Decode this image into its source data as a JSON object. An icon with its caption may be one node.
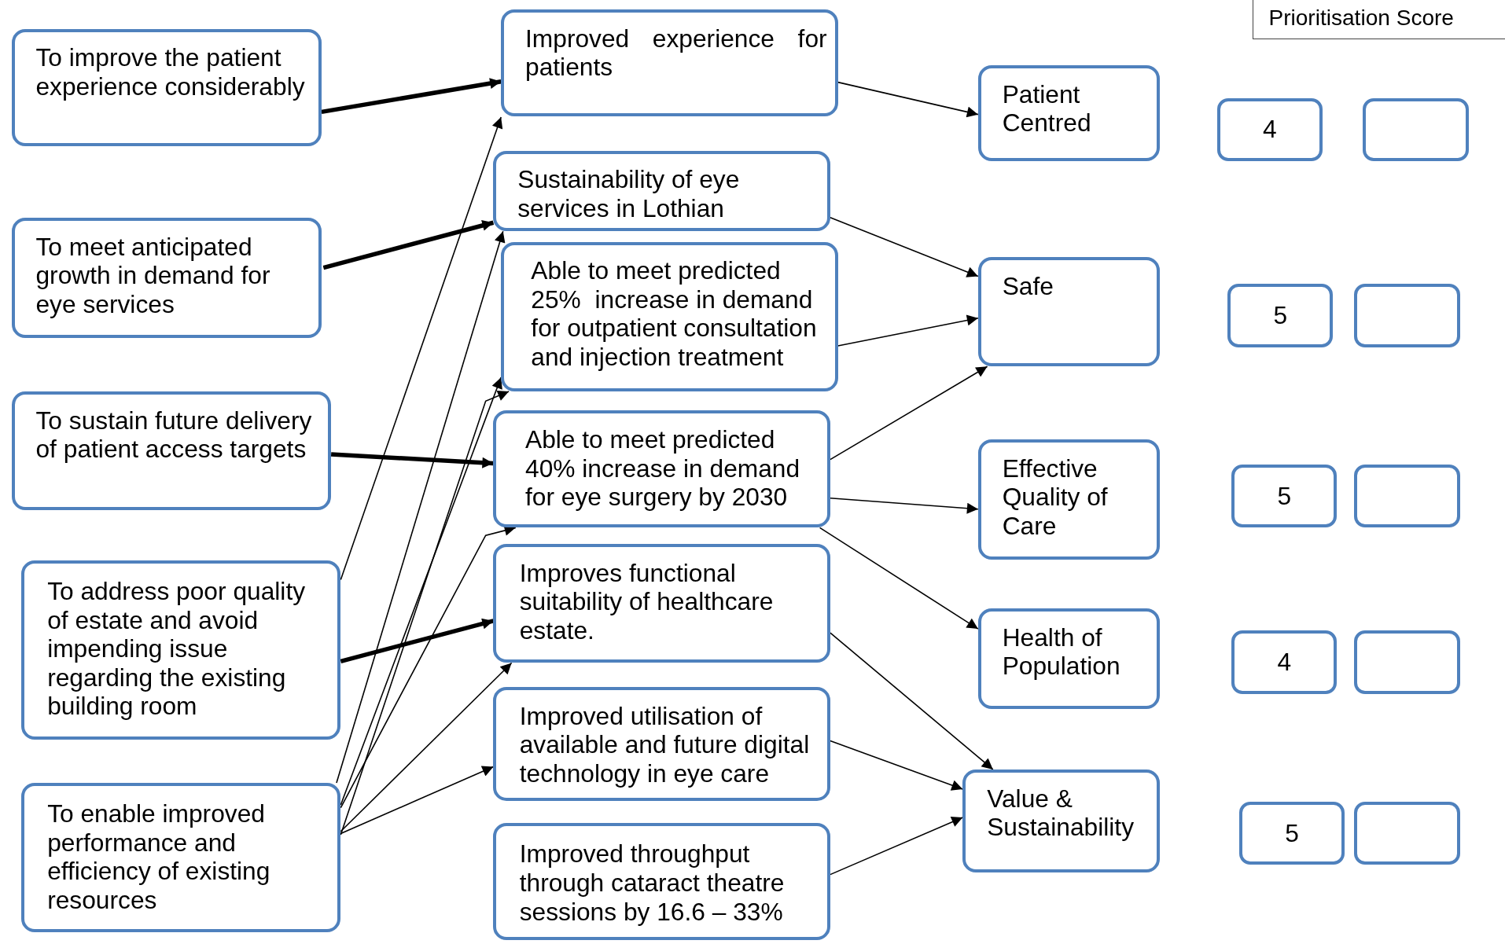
{
  "diagram": {
    "nodes": [
      {
        "text": [
          "To improve the patient experience considerably"
        ]
      },
      {
        "text": [
          "To meet anticipated growth in demand for eye services"
        ]
      },
      {
        "text": [
          "To sustain future delivery of patient access targets"
        ]
      },
      {
        "text": [
          "To address poor quality of estate and avoid impending issue regarding the existing building room"
        ]
      },
      {
        "text": [
          "To enable improved performance and efficiency of existing resources"
        ]
      },
      {
        "text": [
          "Improved experience for patients"
        ]
      },
      {
        "text": [
          "Sustainability of eye services in Lothian"
        ]
      },
      {
        "text": [
          "Able to meet predicted 25%  increase in demand for outpatient consultation and injection treatment"
        ]
      },
      {
        "text": [
          "Able to meet predicted 40% increase in demand for eye surgery by 2030"
        ]
      },
      {
        "text": [
          "Improves functional suitability of healthcare estate."
        ]
      },
      {
        "text": [
          "Improved utilisation of available and future digital technology in eye care"
        ]
      },
      {
        "text": [
          "Improved throughput through cataract theatre sessions by 16.6 – 33%"
        ]
      },
      {
        "text": [
          "Patient Centred"
        ]
      },
      {
        "text": [
          "Safe"
        ]
      },
      {
        "text": [
          "Effective Quality of Care"
        ]
      },
      {
        "text": [
          "Health of Population"
        ]
      },
      {
        "text": [
          "Value & Sustainability"
        ]
      },
      {
        "text": [
          "4"
        ]
      },
      {
        "text": [],
        "shape": "box"
      },
      {
        "text": [
          "5"
        ]
      },
      {
        "text": [],
        "shape": "box"
      },
      {
        "text": [
          "5"
        ]
      },
      {
        "text": [],
        "shape": "box"
      },
      {
        "text": [
          "4"
        ]
      },
      {
        "text": [],
        "shape": "box"
      },
      {
        "text": [
          "5"
        ]
      },
      {
        "text": [],
        "shape": "box"
      }
    ],
    "edges": [
      {
        "from": 0,
        "to": 5,
        "arrow": "to",
        "style": "thick"
      },
      {
        "from": 1,
        "to": 6,
        "arrow": "to",
        "style": "thick"
      },
      {
        "from": 2,
        "to": 8,
        "arrow": "to",
        "style": "thick"
      },
      {
        "from": 3,
        "to": 9,
        "arrow": "to",
        "style": "thick"
      },
      {
        "from": 3,
        "to": 5,
        "arrow": "to"
      },
      {
        "from": 4,
        "to": 6,
        "arrow": "to"
      },
      {
        "from": 4,
        "to": 7,
        "arrow": "to"
      },
      {
        "from": 4,
        "to": 7,
        "arrow": "to"
      },
      {
        "from": 4,
        "to": 8,
        "arrow": "to"
      },
      {
        "from": 4,
        "to": 9,
        "arrow": "to"
      },
      {
        "from": 4,
        "to": 10,
        "arrow": "to"
      },
      {
        "from": 5,
        "to": 12,
        "arrow": "to"
      },
      {
        "from": 6,
        "to": 13,
        "arrow": "to"
      },
      {
        "from": 7,
        "to": 13,
        "arrow": "to"
      },
      {
        "from": 8,
        "to": 13,
        "arrow": "to"
      },
      {
        "from": 8,
        "to": 14,
        "arrow": "to"
      },
      {
        "from": 8,
        "to": 15,
        "arrow": "to"
      },
      {
        "from": 9,
        "to": 16,
        "arrow": "to"
      },
      {
        "from": 10,
        "to": 16,
        "arrow": "to"
      },
      {
        "from": 11,
        "to": 16,
        "arrow": "to"
      }
    ],
    "labels": [
      "Prioritisation Score"
    ]
  }
}
